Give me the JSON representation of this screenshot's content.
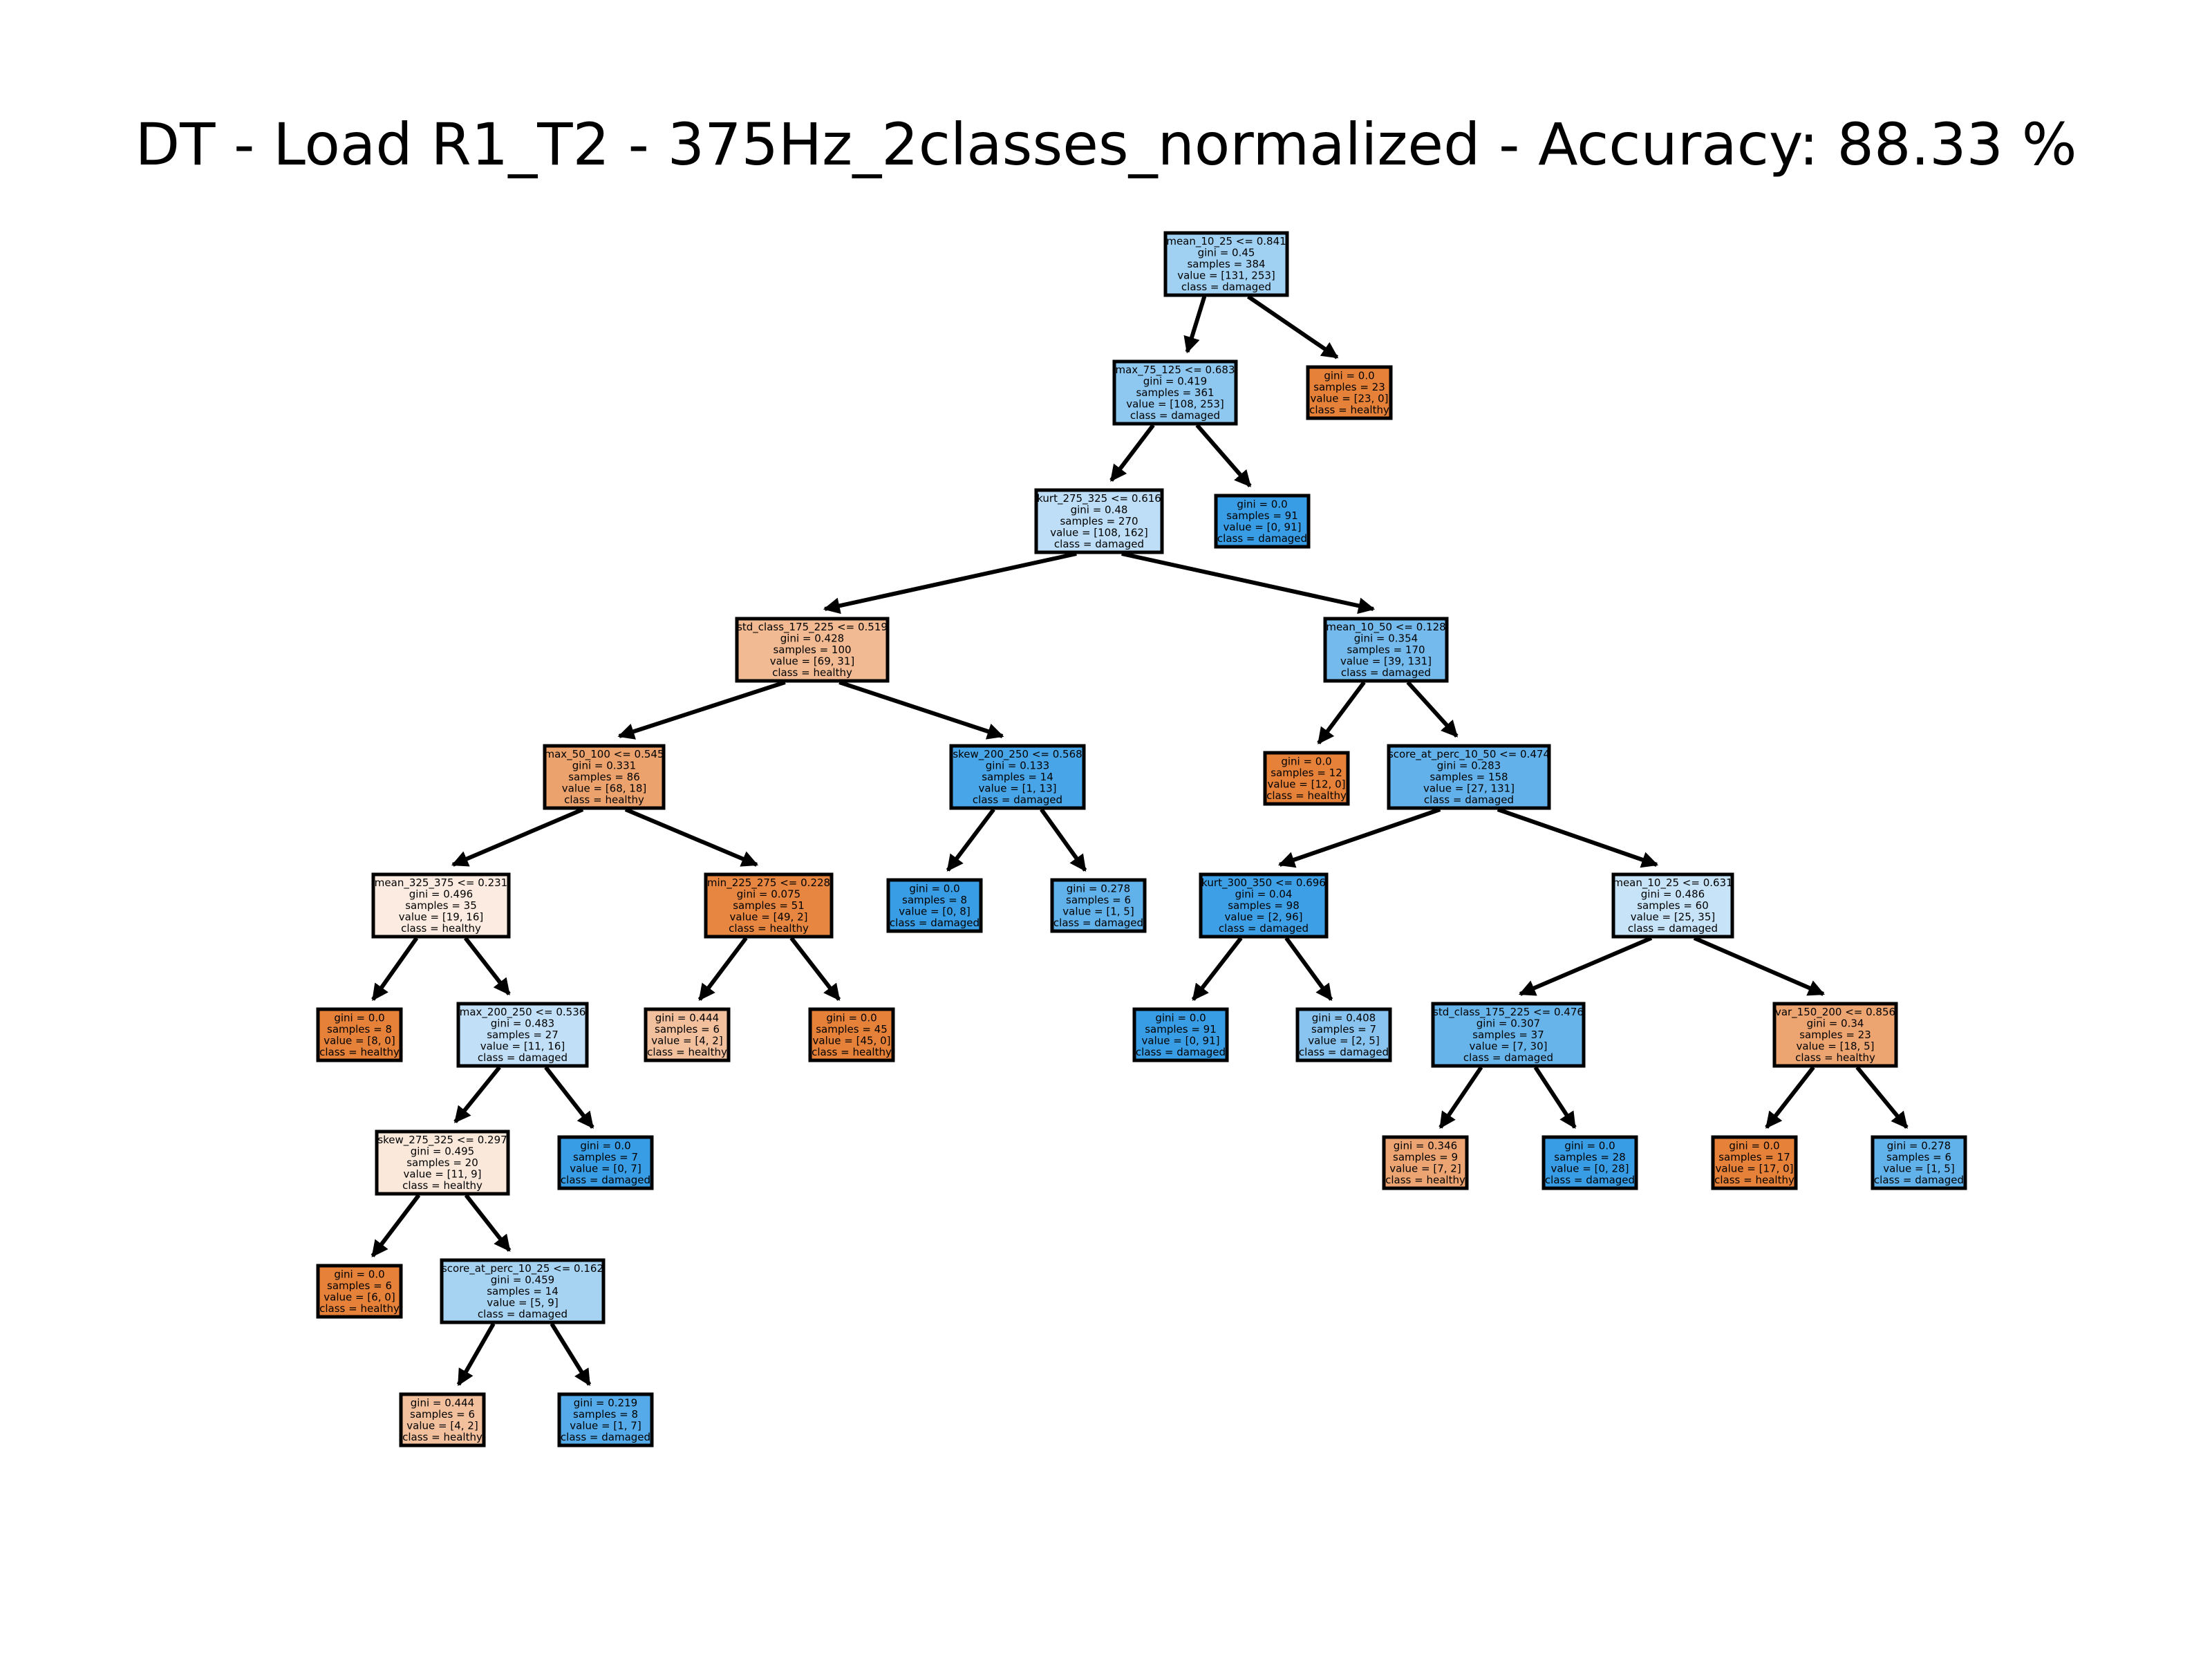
{
  "title": "DT - Load R1_T2 - 375Hz_2classes_normalized - Accuracy: 88.33 %",
  "colors": {
    "healthy_pure": "#e58139",
    "damaged_pure": "#399de5",
    "edge": "#000000",
    "node_border": "#000000"
  },
  "tree": {
    "nodes": [
      {
        "id": "n0",
        "split": "mean_10_25 <= 0.841",
        "gini": "0.45",
        "samples": "384",
        "value": "[131, 253]",
        "class": "damaged"
      },
      {
        "id": "n1",
        "split": "max_75_125 <= 0.683",
        "gini": "0.419",
        "samples": "361",
        "value": "[108, 253]",
        "class": "damaged"
      },
      {
        "id": "n2",
        "split": "",
        "gini": "0.0",
        "samples": "23",
        "value": "[23, 0]",
        "class": "healthy"
      },
      {
        "id": "n3",
        "split": "kurt_275_325 <= 0.616",
        "gini": "0.48",
        "samples": "270",
        "value": "[108, 162]",
        "class": "damaged"
      },
      {
        "id": "n4",
        "split": "",
        "gini": "0.0",
        "samples": "91",
        "value": "[0, 91]",
        "class": "damaged"
      },
      {
        "id": "n5",
        "split": "std_class_175_225 <= 0.519",
        "gini": "0.428",
        "samples": "100",
        "value": "[69, 31]",
        "class": "healthy"
      },
      {
        "id": "n6",
        "split": "mean_10_50 <= 0.128",
        "gini": "0.354",
        "samples": "170",
        "value": "[39, 131]",
        "class": "damaged"
      },
      {
        "id": "n7",
        "split": "max_50_100 <= 0.545",
        "gini": "0.331",
        "samples": "86",
        "value": "[68, 18]",
        "class": "healthy"
      },
      {
        "id": "n8",
        "split": "skew_200_250 <= 0.568",
        "gini": "0.133",
        "samples": "14",
        "value": "[1, 13]",
        "class": "damaged"
      },
      {
        "id": "n9",
        "split": "",
        "gini": "0.0",
        "samples": "12",
        "value": "[12, 0]",
        "class": "healthy"
      },
      {
        "id": "n10",
        "split": "score_at_perc_10_50 <= 0.474",
        "gini": "0.283",
        "samples": "158",
        "value": "[27, 131]",
        "class": "damaged"
      },
      {
        "id": "n11",
        "split": "mean_325_375 <= 0.231",
        "gini": "0.496",
        "samples": "35",
        "value": "[19, 16]",
        "class": "healthy"
      },
      {
        "id": "n12",
        "split": "min_225_275 <= 0.228",
        "gini": "0.075",
        "samples": "51",
        "value": "[49, 2]",
        "class": "healthy"
      },
      {
        "id": "n13",
        "split": "",
        "gini": "0.0",
        "samples": "8",
        "value": "[0, 8]",
        "class": "damaged"
      },
      {
        "id": "n14",
        "split": "",
        "gini": "0.278",
        "samples": "6",
        "value": "[1, 5]",
        "class": "damaged"
      },
      {
        "id": "n15",
        "split": "kurt_300_350 <= 0.696",
        "gini": "0.04",
        "samples": "98",
        "value": "[2, 96]",
        "class": "damaged"
      },
      {
        "id": "n16",
        "split": "mean_10_25 <= 0.631",
        "gini": "0.486",
        "samples": "60",
        "value": "[25, 35]",
        "class": "damaged"
      },
      {
        "id": "n17",
        "split": "",
        "gini": "0.0",
        "samples": "8",
        "value": "[8, 0]",
        "class": "healthy"
      },
      {
        "id": "n18",
        "split": "max_200_250 <= 0.536",
        "gini": "0.483",
        "samples": "27",
        "value": "[11, 16]",
        "class": "damaged"
      },
      {
        "id": "n19",
        "split": "",
        "gini": "0.444",
        "samples": "6",
        "value": "[4, 2]",
        "class": "healthy"
      },
      {
        "id": "n20",
        "split": "",
        "gini": "0.0",
        "samples": "45",
        "value": "[45, 0]",
        "class": "healthy"
      },
      {
        "id": "n21",
        "split": "",
        "gini": "0.0",
        "samples": "91",
        "value": "[0, 91]",
        "class": "damaged"
      },
      {
        "id": "n22",
        "split": "",
        "gini": "0.408",
        "samples": "7",
        "value": "[2, 5]",
        "class": "damaged"
      },
      {
        "id": "n23",
        "split": "std_class_175_225 <= 0.476",
        "gini": "0.307",
        "samples": "37",
        "value": "[7, 30]",
        "class": "damaged"
      },
      {
        "id": "n24",
        "split": "var_150_200 <= 0.856",
        "gini": "0.34",
        "samples": "23",
        "value": "[18, 5]",
        "class": "healthy"
      },
      {
        "id": "n25",
        "split": "skew_275_325 <= 0.297",
        "gini": "0.495",
        "samples": "20",
        "value": "[11, 9]",
        "class": "healthy"
      },
      {
        "id": "n26",
        "split": "",
        "gini": "0.0",
        "samples": "7",
        "value": "[0, 7]",
        "class": "damaged"
      },
      {
        "id": "n27",
        "split": "",
        "gini": "0.346",
        "samples": "9",
        "value": "[7, 2]",
        "class": "healthy"
      },
      {
        "id": "n28",
        "split": "",
        "gini": "0.0",
        "samples": "28",
        "value": "[0, 28]",
        "class": "damaged"
      },
      {
        "id": "n29",
        "split": "",
        "gini": "0.0",
        "samples": "17",
        "value": "[17, 0]",
        "class": "healthy"
      },
      {
        "id": "n30",
        "split": "",
        "gini": "0.278",
        "samples": "6",
        "value": "[1, 5]",
        "class": "damaged"
      },
      {
        "id": "n31",
        "split": "",
        "gini": "0.0",
        "samples": "6",
        "value": "[6, 0]",
        "class": "healthy"
      },
      {
        "id": "n32",
        "split": "score_at_perc_10_25 <= 0.162",
        "gini": "0.459",
        "samples": "14",
        "value": "[5, 9]",
        "class": "damaged"
      },
      {
        "id": "n33",
        "split": "",
        "gini": "0.444",
        "samples": "6",
        "value": "[4, 2]",
        "class": "healthy"
      },
      {
        "id": "n34",
        "split": "",
        "gini": "0.219",
        "samples": "8",
        "value": "[1, 7]",
        "class": "damaged"
      }
    ],
    "edges": [
      [
        "n0",
        "n1"
      ],
      [
        "n0",
        "n2"
      ],
      [
        "n1",
        "n3"
      ],
      [
        "n1",
        "n4"
      ],
      [
        "n3",
        "n5"
      ],
      [
        "n3",
        "n6"
      ],
      [
        "n5",
        "n7"
      ],
      [
        "n5",
        "n8"
      ],
      [
        "n6",
        "n9"
      ],
      [
        "n6",
        "n10"
      ],
      [
        "n7",
        "n11"
      ],
      [
        "n7",
        "n12"
      ],
      [
        "n8",
        "n13"
      ],
      [
        "n8",
        "n14"
      ],
      [
        "n10",
        "n15"
      ],
      [
        "n10",
        "n16"
      ],
      [
        "n11",
        "n17"
      ],
      [
        "n11",
        "n18"
      ],
      [
        "n12",
        "n19"
      ],
      [
        "n12",
        "n20"
      ],
      [
        "n15",
        "n21"
      ],
      [
        "n15",
        "n22"
      ],
      [
        "n16",
        "n23"
      ],
      [
        "n16",
        "n24"
      ],
      [
        "n18",
        "n25"
      ],
      [
        "n18",
        "n26"
      ],
      [
        "n23",
        "n27"
      ],
      [
        "n23",
        "n28"
      ],
      [
        "n24",
        "n29"
      ],
      [
        "n24",
        "n30"
      ],
      [
        "n25",
        "n31"
      ],
      [
        "n25",
        "n32"
      ],
      [
        "n32",
        "n33"
      ],
      [
        "n32",
        "n34"
      ]
    ]
  }
}
